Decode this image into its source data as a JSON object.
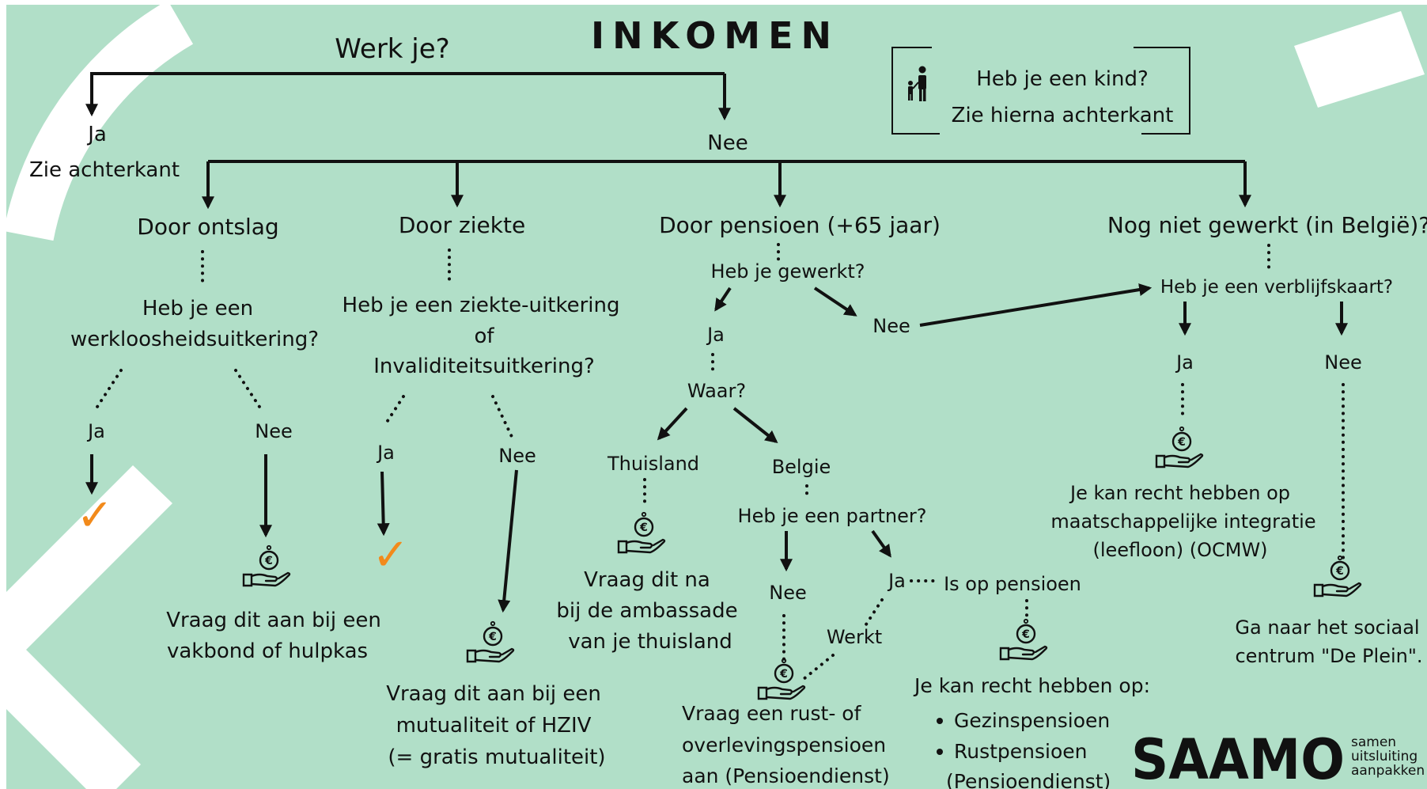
{
  "title": "INKOMEN",
  "question_work": "Werk je?",
  "work_yes": {
    "ja": "Ja",
    "note": "Zie achterkant"
  },
  "work_no": "Nee",
  "child_box": {
    "line1": "Heb je een kind?",
    "line2": "Zie hierna achterkant"
  },
  "branches": {
    "ontslag": {
      "title": "Door ontslag",
      "question": [
        "Heb je een",
        "werkloosheidsuitkering?"
      ],
      "ja": "Ja",
      "nee": "Nee",
      "result": [
        "Vraag dit aan bij een",
        "vakbond of hulpkas"
      ]
    },
    "ziekte": {
      "title": "Door ziekte",
      "question": [
        "Heb je een ziekte-uitkering",
        "of",
        "Invaliditeitsuitkering?"
      ],
      "ja": "Ja",
      "nee": "Nee",
      "result": [
        "Vraag dit aan bij een",
        "mutualiteit of HZIV",
        "(= gratis mutualiteit)"
      ]
    },
    "pensioen": {
      "title": "Door pensioen (+65 jaar)",
      "question": "Heb je gewerkt?",
      "ja": "Ja",
      "nee": "Nee",
      "waar": "Waar?",
      "thuisland": "Thuisland",
      "belgie": "Belgie",
      "thuisland_result": [
        "Vraag dit na",
        "bij de ambassade",
        "van je thuisland"
      ],
      "partner_question": "Heb je een partner?",
      "partner_nee": "Nee",
      "partner_ja": "Ja",
      "op_pensioen": "Is op pensioen",
      "werkt": "Werkt",
      "rust_result": [
        "Vraag een rust- of",
        "overlevingspensioen",
        "aan (Pensioendienst)"
      ],
      "recht_title": "Je kan recht hebben op:",
      "recht_items": [
        "Gezinspensioen",
        "Rustpensioen"
      ],
      "recht_note": "(Pensioendienst)"
    },
    "nog_niet": {
      "title": "Nog niet gewerkt (in België)?",
      "question": "Heb je een verblijfskaart?",
      "ja": "Ja",
      "nee": "Nee",
      "ja_result": [
        "Je kan recht hebben op",
        "maatschappelijke integratie",
        "(leefloon) (OCMW)"
      ],
      "nee_result": [
        "Ga naar het sociaal",
        "centrum \"De Plein\"."
      ]
    }
  },
  "checkmark": "✓",
  "logo": {
    "word": "SAAMO",
    "tagline": [
      "samen",
      "uitsluiting",
      "aanpakken"
    ]
  },
  "icons": [
    "euro-hand-icon",
    "parent-child-icon",
    "checkmark-icon"
  ],
  "colors": {
    "background": "#b1dfc8",
    "ink": "#111111",
    "check": "#f28a1b",
    "shape": "#ffffff"
  }
}
